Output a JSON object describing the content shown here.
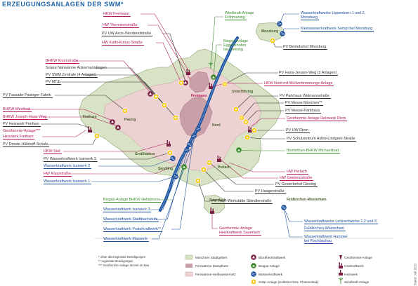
{
  "title": "ERZEUGUNGSANLAGEN DER SWM*",
  "districts": {
    "freimann": "Freimann",
    "unterfoehring": "Unterföhring",
    "nord": "Nord",
    "freiham": "Freiham",
    "pasing": "Pasing",
    "grosshadern": "Großhadern",
    "sendling": "Sendling",
    "perlach": "Perlach",
    "sauerlach": "Sauerlach",
    "moosburg": "Moosburg",
    "feldkirchen": "Feldkirchen-Westerham"
  },
  "labels_left": [
    {
      "text": "HKW Freimann",
      "color": "red"
    },
    {
      "text": "HW Theresienstraße",
      "color": "red"
    },
    {
      "text": "PV UW Arcis-/Nordendstraße",
      "color": "dark"
    },
    {
      "text": "HW Kathi-Kobus-Straße",
      "color": "red"
    },
    {
      "text": "BHKW Knorrstraße",
      "color": "red"
    },
    {
      "text": "Solare Nahwärme Ackermannbogen",
      "color": "dark"
    },
    {
      "text": "PV SWM Zentrale (4 Anlagen)",
      "color": "dark"
    },
    {
      "text": "PV MTZ",
      "color": "dark"
    },
    {
      "text": "PV Fassade Pasinger Fabrik",
      "color": "dark"
    },
    {
      "text": "BHKW Westbad",
      "color": "red"
    },
    {
      "text": "BHKW Joseph-Haas-Weg",
      "color": "red"
    },
    {
      "text": "PV Heizwerk Freiham",
      "color": "dark"
    },
    {
      "text": "Geothermie-Anlage***",
      "color": "red"
    },
    {
      "text": "Heizwerk Freiham",
      "color": "red"
    },
    {
      "text": "PV Droste-Hülshoff-Schule",
      "color": "dark"
    },
    {
      "text": "HKW Süd",
      "color": "red"
    },
    {
      "text": "PV Wasserkraftwerk Isarwerk 2",
      "color": "dark"
    },
    {
      "text": "Wasserkraftwerk Isarwerk 2",
      "color": "blue"
    },
    {
      "text": "HW Koppstraße",
      "color": "red"
    },
    {
      "text": "Wasserkraftwerk Isarwerk 1",
      "color": "blue"
    },
    {
      "text": "Biogas-Anlage BHKW Hellabrunn",
      "color": "green"
    },
    {
      "text": "Wasserkraftwerk Isarwerk 3",
      "color": "blue"
    },
    {
      "text": "Wasserkraftwerk Stadtbachstufe",
      "color": "blue"
    },
    {
      "text": "Wasserkraftwerk Praterkraftwerk**",
      "color": "blue"
    },
    {
      "text": "Wasserkraftwerk Maxwerk",
      "color": "blue"
    }
  ],
  "labels_right": [
    {
      "text": "Windkraft-Anlage",
      "color": "green"
    },
    {
      "text": "Fröttmaning",
      "color": "green"
    },
    {
      "text": "Biogas-Anlage",
      "color": "green"
    },
    {
      "text": "Eggertshofen",
      "color": "green"
    },
    {
      "text": "bei Freising",
      "color": "green"
    },
    {
      "text": "Wasserkraftwerke Uppenborn 1 und 2,",
      "color": "blue"
    },
    {
      "text": "Moosburg",
      "color": "blue"
    },
    {
      "text": "Kleinwasserkraftwerk Sempt bei Moosburg",
      "color": "blue"
    },
    {
      "text": "PV Betriebshof Moosburg",
      "color": "dark"
    },
    {
      "text": "PV Hans-Jensen-Weg (2 Anlagen)",
      "color": "dark"
    },
    {
      "text": "HKW Nord mit Müllverbrennungs-Anlage",
      "color": "red"
    },
    {
      "text": "PV Parkhaus Widmannstraße",
      "color": "dark"
    },
    {
      "text": "PV Messe München**",
      "color": "dark"
    },
    {
      "text": "PV Messe-Parkhaus",
      "color": "dark"
    },
    {
      "text": "Geothermie-Anlage Heizwerk Riem",
      "color": "red"
    },
    {
      "text": "PV HW Riem",
      "color": "dark"
    },
    {
      "text": "PV Schulzentrum Astrid-Lindgren-Straße",
      "color": "dark"
    },
    {
      "text": "Biomethan-BHKW Michaelibad",
      "color": "green"
    },
    {
      "text": "HW Perlach",
      "color": "red"
    },
    {
      "text": "HW Gasbergstraße",
      "color": "red"
    },
    {
      "text": "PV Gewerbehof Giesing",
      "color": "dark"
    },
    {
      "text": "PV Haagerstraße",
      "color": "dark"
    },
    {
      "text": "PV Tram-Werkstätte Ständlerstraße",
      "color": "dark"
    },
    {
      "text": "Geothermie-Anlage",
      "color": "red"
    },
    {
      "text": "Heizkraftwerk Sauerlach",
      "color": "red"
    },
    {
      "text": "Wasserkraftwerke Leitzachwerke 1,2 und 3",
      "color": "blue"
    },
    {
      "text": "Feldkirchen-Westerham",
      "color": "blue"
    },
    {
      "text": "Wasserkraftwerk Hammer",
      "color": "blue"
    },
    {
      "text": "bei Fischbachau",
      "color": "blue"
    }
  ],
  "legend": {
    "notes": [
      "* ohne überregionale Beteiligungen",
      "** regionale Beteiligungen",
      "*** Geothermie-Anlage derzeit im Bau"
    ],
    "areas": [
      "Münchner Stadtgebiet",
      "Fernwärme-Dampfnetz",
      "Fernwärme-Heißwassernetz"
    ],
    "icons": [
      "Blockheizkraftwerk",
      "Biogas-Anlage",
      "Wasserkraftwerk",
      "Solar-Anlage (Kollektor bzw. Photovoltaik)",
      "Geothermie-Anlage",
      "Heizkraftwerk",
      "Heizwerk",
      "Windkraft-Anlage"
    ]
  },
  "stand": "Stand: Juli 2015",
  "colors": {
    "red": "#b0175a",
    "green": "#3a8a2c",
    "blue": "#1a4e9a",
    "dark": "#333333",
    "city": "#d7e3c4",
    "steam": "#c9a0a8",
    "hotwater": "#ecd2d2"
  }
}
